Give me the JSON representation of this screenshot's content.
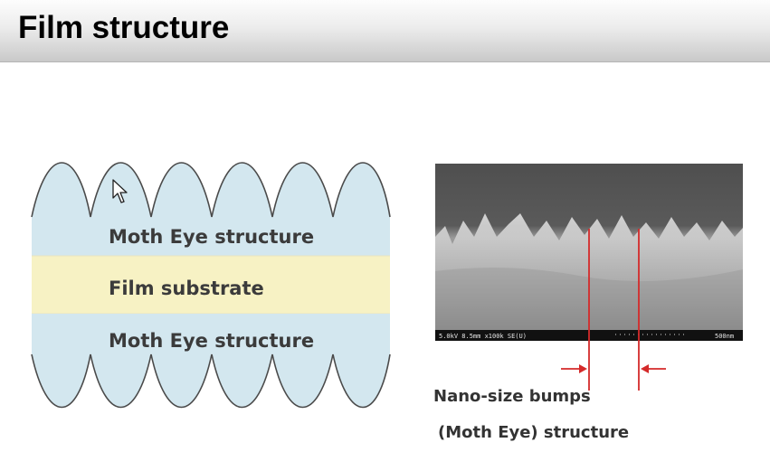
{
  "page": {
    "title": "Film structure"
  },
  "diagram": {
    "layers": [
      {
        "label": "Moth Eye structure",
        "color": "#d3e7ef"
      },
      {
        "label": "Film substrate",
        "color": "#f7f2c4"
      },
      {
        "label": "Moth Eye structure",
        "color": "#d3e7ef"
      }
    ]
  },
  "micrograph": {
    "info_text": "5.0kV 8.5mm x100k SE(U)",
    "scale_text": "500nm"
  },
  "caption": {
    "line1": "Nano-size bumps",
    "line2": "(Moth Eye) structure"
  },
  "colors": {
    "marker": "#d42a2a",
    "header_bar": "#d6d6d6"
  },
  "icons": [
    "mouse-pointer-icon"
  ]
}
